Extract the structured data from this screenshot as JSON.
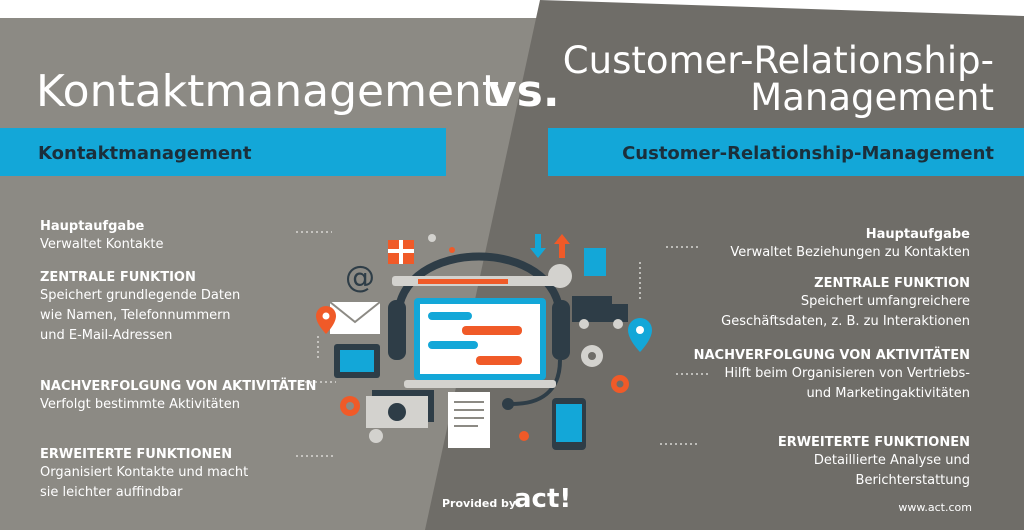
{
  "title": {
    "left": "Kontaktmanagement",
    "vs": "vs.",
    "right_line1": "Customer-Relationship-",
    "right_line2": "Management"
  },
  "bands": {
    "left_label": "Kontaktmanagement",
    "right_label": "Customer-Relationship-Management"
  },
  "left_blocks": [
    {
      "heading": "Hauptaufgabe",
      "lines": [
        "Verwaltet Kontakte"
      ]
    },
    {
      "heading": "ZENTRALE FUNKTION",
      "lines": [
        "Speichert grundlegende Daten",
        "wie Namen, Telefonnummern",
        "und E-Mail-Adressen"
      ]
    },
    {
      "heading": "NACHVERFOLGUNG VON AKTIVITÄTEN",
      "lines": [
        "Verfolgt bestimmte Aktivitäten"
      ]
    },
    {
      "heading": "ERWEITERTE FUNKTIONEN",
      "lines": [
        "Organisiert Kontakte und macht",
        "sie leichter auffindbar"
      ]
    }
  ],
  "right_blocks": [
    {
      "heading": "Hauptaufgabe",
      "lines": [
        "Verwaltet Beziehungen zu Kontakten"
      ]
    },
    {
      "heading": "ZENTRALE FUNKTION",
      "lines": [
        "Speichert umfangreichere",
        "Geschäftsdaten, z. B. zu Interaktionen"
      ]
    },
    {
      "heading": "NACHVERFOLGUNG VON AKTIVITÄTEN",
      "lines": [
        "Hilft beim Organisieren von Vertriebs-",
        "und Marketingaktivitäten"
      ]
    },
    {
      "heading": "ERWEITERTE FUNKTIONEN",
      "lines": [
        "Detaillierte Analyse und",
        "Berichterstattung"
      ]
    }
  ],
  "footer": {
    "provided_by": "Provided by",
    "brand": "act!",
    "url": "www.act.com"
  },
  "colors": {
    "left_bg": "#8c8a84",
    "right_bg": "#6f6d68",
    "accent_blue": "#13a7d8",
    "band_text": "#1b2f3b",
    "orange": "#f05a28"
  },
  "icons": [
    "gift-icon",
    "at-sign-icon",
    "envelope-icon",
    "location-pin-icon",
    "calculator-icon",
    "gear-icon",
    "money-icon",
    "document-icon",
    "headset-icon",
    "laptop-chat-icon",
    "wrench-icon",
    "truck-icon",
    "smartphone-icon",
    "arrow-up-icon",
    "arrow-down-icon"
  ]
}
